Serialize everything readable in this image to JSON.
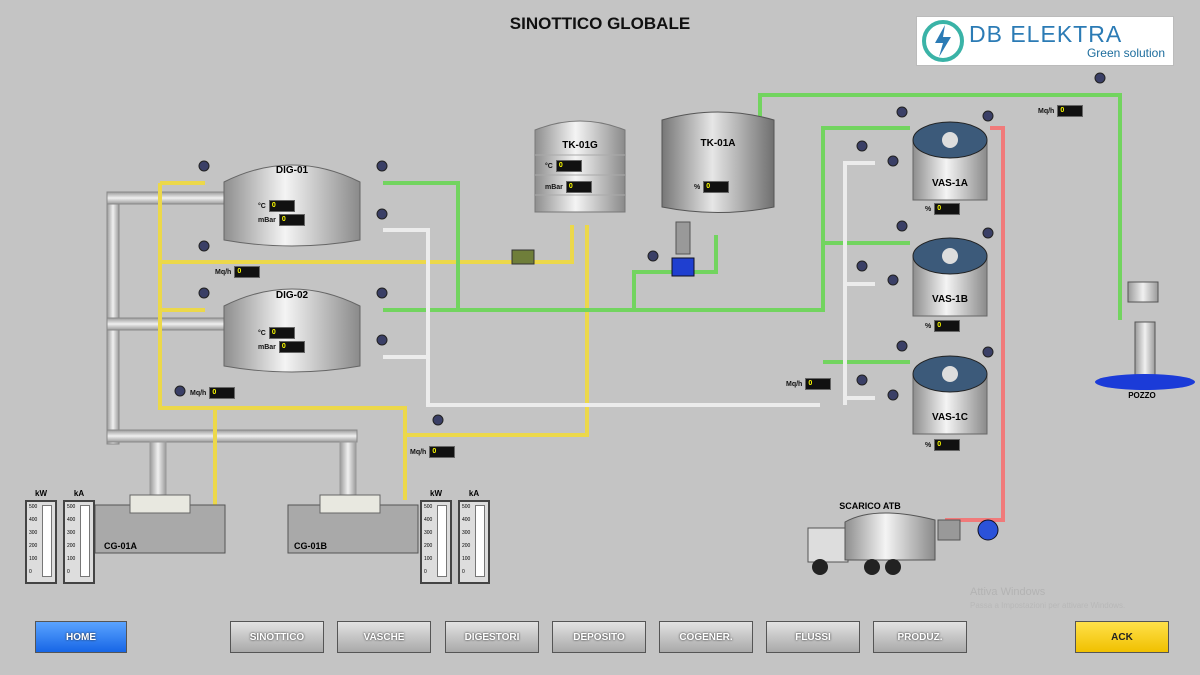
{
  "header": {
    "title": "SINOTTICO GLOBALE"
  },
  "logo": {
    "name": "DB ELEKTRA",
    "tagline": "Green solution"
  },
  "digesters": [
    {
      "id": "DIG-01",
      "temp_unit": "°C",
      "pressure_unit": "mBar",
      "temp": "0",
      "pressure": "0"
    },
    {
      "id": "DIG-02",
      "temp_unit": "°C",
      "pressure_unit": "mBar",
      "temp": "0",
      "pressure": "0"
    }
  ],
  "gas_tank": {
    "id": "TK-01G",
    "temp_unit": "°C",
    "pressure_unit": "mBar",
    "temp": "0",
    "pressure": "0"
  },
  "tank": {
    "id": "TK-01A",
    "level_unit": "%",
    "level": "0"
  },
  "vats": [
    {
      "id": "VAS-1A",
      "level_unit": "%",
      "level": "0"
    },
    {
      "id": "VAS-1B",
      "level_unit": "%",
      "level": "0"
    },
    {
      "id": "VAS-1C",
      "level_unit": "%",
      "level": "0"
    }
  ],
  "flowmeters": [
    {
      "unit": "Mq/h",
      "value": "0"
    },
    {
      "unit": "Mq/h",
      "value": "0"
    },
    {
      "unit": "Mq/h",
      "value": "0"
    },
    {
      "unit": "Mq/h",
      "value": "0"
    },
    {
      "unit": "Mq/h",
      "value": "0"
    }
  ],
  "cogenerators": [
    {
      "id": "CG-01A",
      "kw_label": "kW",
      "ka_label": "kA",
      "scale": [
        "500",
        "400",
        "300",
        "200",
        "100",
        "0"
      ],
      "kw": 0,
      "ka": 0
    },
    {
      "id": "CG-01B",
      "kw_label": "kW",
      "ka_label": "kA",
      "scale": [
        "500",
        "400",
        "300",
        "200",
        "100",
        "0"
      ],
      "kw": 0,
      "ka": 0
    }
  ],
  "well": {
    "label": "POZZO"
  },
  "truck": {
    "label": "SCARICO ATB"
  },
  "nav": {
    "home": "HOME",
    "sinottico": "SINOTTICO",
    "vasche": "VASCHE",
    "digestori": "DIGESTORI",
    "deposito": "DEPOSITO",
    "cogener": "COGENER.",
    "flussi": "FLUSSI",
    "produz": "PRODUZ.",
    "ack": "ACK"
  },
  "watermark": {
    "line1": "Attiva Windows",
    "line2": "Passa a Impostazioni per attivare Windows."
  },
  "colors": {
    "gas_line": "#ecd84a",
    "water_line": "#72d45f",
    "sludge_line": "#e8e8e8",
    "discharge_line": "#f07a7a",
    "display_value": "#ffff00",
    "home": "#2f7ef5",
    "ack": "#f7cf16"
  }
}
